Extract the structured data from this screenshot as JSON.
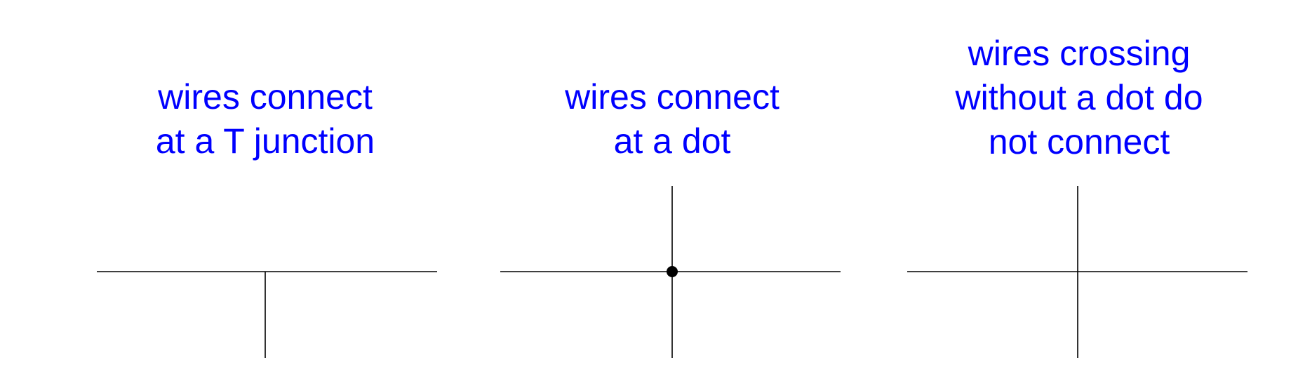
{
  "colors": {
    "caption": "#0000ff",
    "wire": "#000000",
    "dot": "#000000",
    "background": "#ffffff"
  },
  "panels": [
    {
      "caption": "wires connect\nat a T junction",
      "junction": "t-junction"
    },
    {
      "caption": "wires connect\nat a dot",
      "junction": "dot"
    },
    {
      "caption": "wires crossing\nwithout a dot do\nnot connect",
      "junction": "crossing"
    }
  ]
}
